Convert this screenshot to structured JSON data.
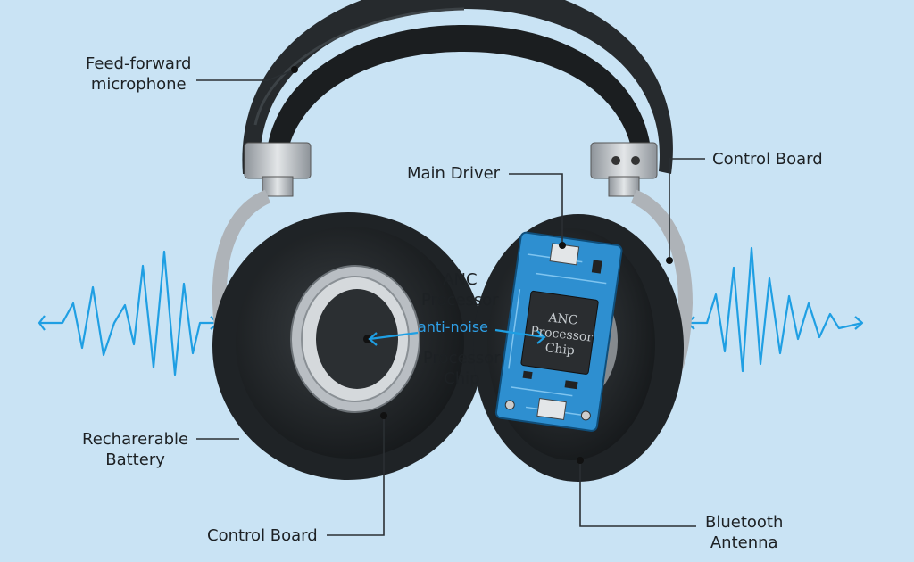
{
  "labels": {
    "feedforward_mic": [
      "Feed-forward",
      "microphone"
    ],
    "main_driver": "Main Driver",
    "control_board_right": "Control Board",
    "anc_processor": [
      "ANC",
      "Processor"
    ],
    "anti_noise": "anti-noise",
    "processor_chip": [
      "Processor",
      "Chip"
    ],
    "battery": [
      "Recharerable",
      "Battery"
    ],
    "control_board_bottom": "Control Board",
    "bluetooth": [
      "Bluetooth",
      "Antenna"
    ]
  },
  "chip_marking": [
    "ANC",
    "Processor",
    "Chip"
  ],
  "colors": {
    "background": "#c9e3f4",
    "wave": "#1f9fe3",
    "pcb": "#2e8fd0",
    "headband": "#262a2d",
    "cushion": "#1f2326",
    "metal": "#b9bec3"
  }
}
